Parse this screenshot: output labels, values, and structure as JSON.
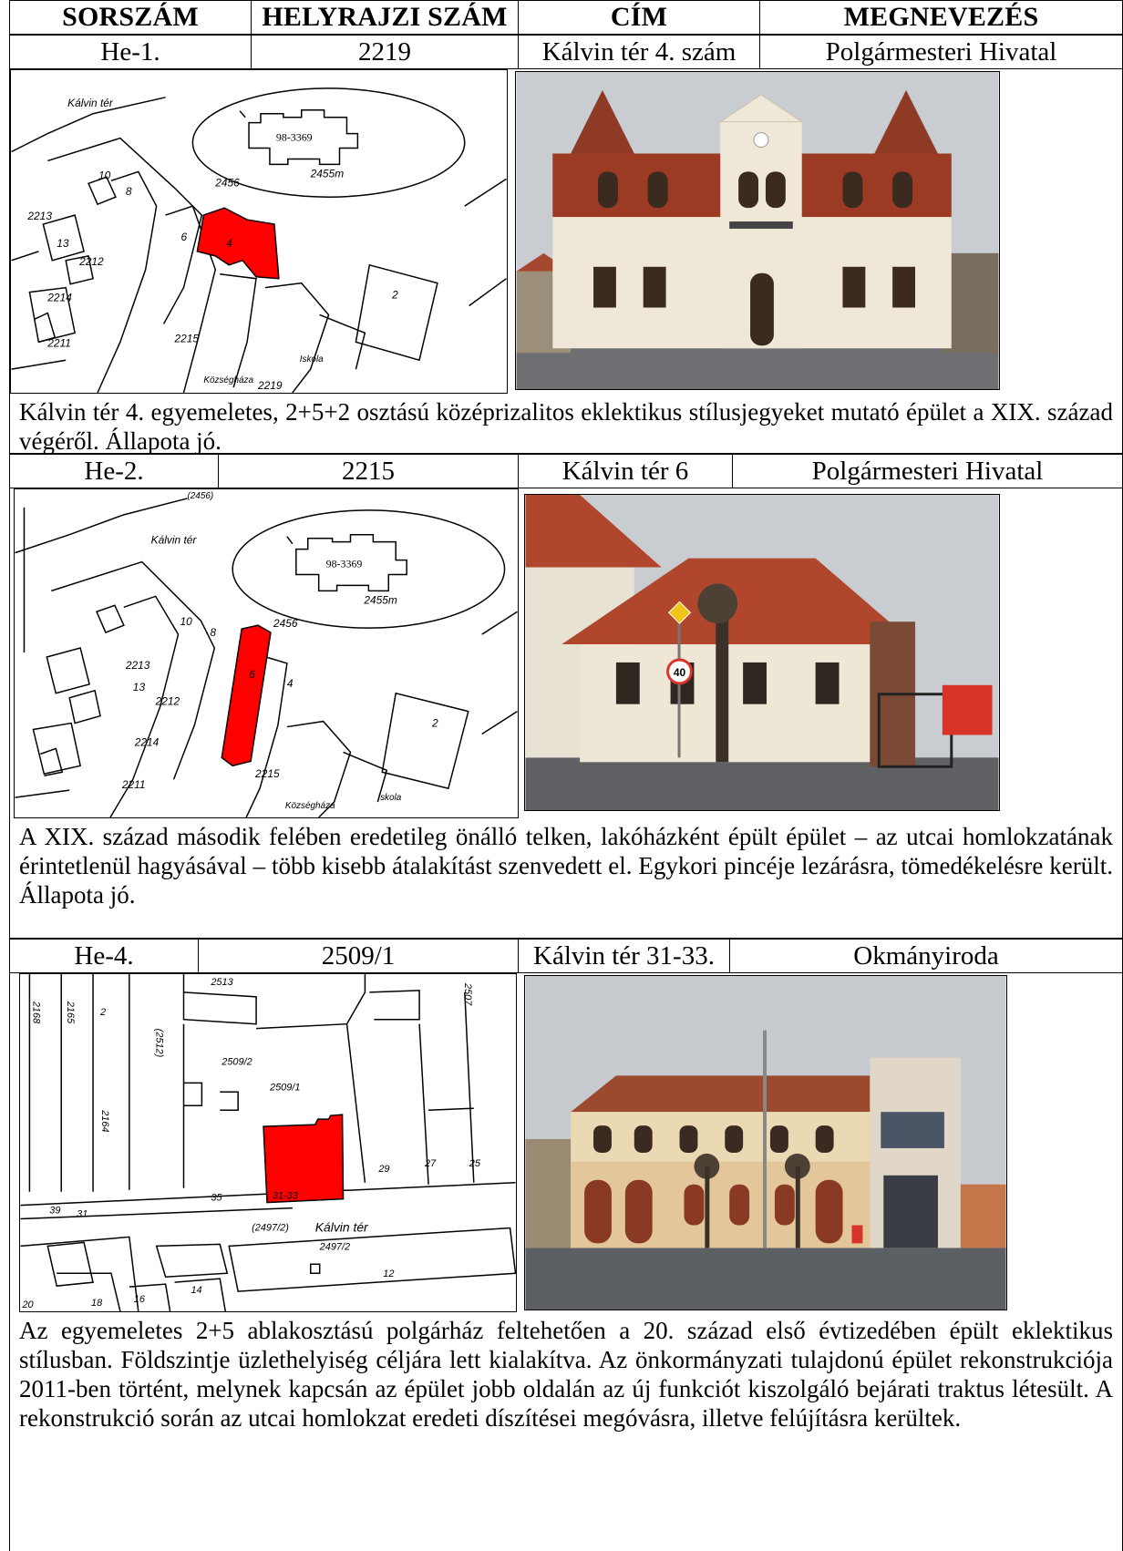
{
  "header": {
    "sorszam": "SORSZÁM",
    "helyrajzi": "HELYRAJZI SZÁM",
    "cim": "CÍM",
    "megnevezes": "MEGNEVEZÉS"
  },
  "entries": [
    {
      "sorszam": "He-1.",
      "helyrajzi": "2219",
      "cim": "Kálvin tér 4. szám",
      "megnevezes": "Polgármesteri Hivatal",
      "map_labels": {
        "square": "Kálvin tér",
        "building_code": "98-3369",
        "parcel_2456": "2456",
        "parcel_2455": "2455m",
        "n10": "10",
        "n8": "8",
        "n2213": "2213",
        "n13": "13",
        "n2212": "2212",
        "n6": "6",
        "n4": "4",
        "n2": "2",
        "n2214": "2214",
        "n2211": "2211",
        "n2215": "2215",
        "kozseghaza": "Községháza",
        "iskola": "Iskola",
        "n2219": "2219"
      },
      "description": "Kálvin tér 4. egyemeletes, 2+5+2 osztású középrizalitos eklektikus stílusjegyeket mutató épület a XIX. század végéről. Állapota jó."
    },
    {
      "sorszam": "He-2.",
      "helyrajzi": "2215",
      "cim": "Kálvin tér 6",
      "megnevezes": "Polgármesteri Hivatal",
      "map_labels": {
        "top_parcel": "(2456)",
        "square": "Kálvin tér",
        "building_code": "98-3369",
        "parcel_2456": "2456",
        "parcel_2455": "2455m",
        "n10": "10",
        "n8": "8",
        "n2213": "2213",
        "n13": "13",
        "n2212": "2212",
        "n6": "6",
        "n4": "4",
        "n2": "2",
        "n2214": "2214",
        "n2211": "2211",
        "n2215": "2215",
        "kozseghaza": "Községháza",
        "iskola": "Iskola"
      },
      "sign_speed": "40",
      "description": "A XIX. század második felében eredetileg önálló telken, lakóházként épült épület – az utcai homlokzatának érintetlenül hagyásával – több kisebb átalakítást szenvedett el. Egykori pincéje lezárásra, tömedékelésre került. Állapota jó."
    },
    {
      "sorszam": "He-4.",
      "helyrajzi": "2509/1",
      "cim": "Kálvin tér 31-33.",
      "megnevezes": "Okmányiroda",
      "map_labels": {
        "n2168": "2168",
        "n2165": "2165",
        "n2": "2",
        "n2513": "2513",
        "n2507": "2507",
        "n2512": "(2512)",
        "n2509_2": "2509/2",
        "n2509_1": "2509/1",
        "n2164": "2164",
        "n35": "35",
        "n3133": "31-33",
        "n29": "29",
        "n27": "27",
        "n25": "25",
        "n39": "39",
        "n31": "31",
        "n2497_2p": "(2497/2)",
        "square": "Kálvin tér",
        "n2497_2": "2497/2",
        "n12": "12",
        "n14": "14",
        "n16": "16",
        "n18": "18",
        "n20": "20"
      },
      "description": " Az egyemeletes 2+5 ablakosztású polgárház feltehetően a 20. század első évtizedében épült eklektikus stílusban. Földszintje üzlethelyiség céljára lett kialakítva. Az önkormányzati tulajdonú épület rekonstrukciója 2011-ben történt, melynek kapcsán az épület jobb oldalán az új funkciót kiszolgáló bejárati traktus létesült. A rekonstrukció során az utcai homlokzat eredeti díszítései megóvásra, illetve felújításra kerültek."
    }
  ],
  "colors": {
    "highlight": "#ff0000",
    "sky": "#c9cdd2",
    "facade_cream": "#efe8d8",
    "roof_tile": "#b0472c",
    "brick": "#9b3b24"
  }
}
